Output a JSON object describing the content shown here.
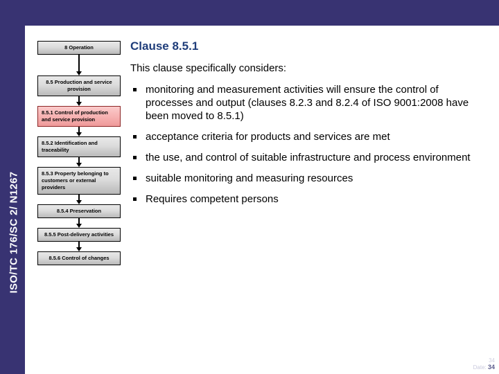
{
  "slide": {
    "side_label": "ISO/TC 176/SC 2/ N1267",
    "accent_color": "#383372",
    "title_color": "#1f3d7a",
    "highlight_color": "#f7b5b5"
  },
  "content": {
    "title": "Clause 8.5.1",
    "lead": "This clause specifically considers:",
    "bullets": [
      "monitoring and measurement activities will ensure the control of processes and output (clauses 8.2.3 and 8.2.4 of ISO 9001:2008 have been moved to 8.5.1)",
      "acceptance criteria for products and services are met",
      "the use, and control of suitable infrastructure and process environment",
      "suitable monitoring and measuring resources",
      "Requires competent persons"
    ]
  },
  "flowchart": {
    "nodes": [
      {
        "label": "8 Operation",
        "align": "center",
        "highlight": false
      },
      {
        "label": "8.5 Production and service provision",
        "align": "center",
        "highlight": false
      },
      {
        "label": "8.5.1 Control of production and service provision",
        "align": "left",
        "highlight": true
      },
      {
        "label": "8.5.2 Identification and traceability",
        "align": "left",
        "highlight": false
      },
      {
        "label": "8.5.3 Property belonging to customers or external providers",
        "align": "left",
        "highlight": false
      },
      {
        "label": "8.5.4 Preservation",
        "align": "center",
        "highlight": false
      },
      {
        "label": "8.5.5 Post-delivery activities",
        "align": "center",
        "highlight": false
      },
      {
        "label": "8.5.6 Control of changes",
        "align": "center",
        "highlight": false
      }
    ]
  },
  "footer": {
    "page_number_top": "34",
    "date_label": "Date:",
    "page_number": "34"
  }
}
